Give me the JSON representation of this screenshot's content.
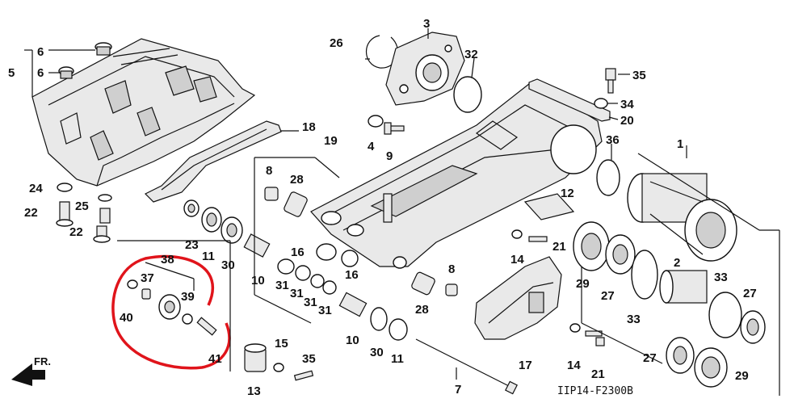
{
  "diagram_code": "IIP14-F2300B",
  "direction_label": "FR.",
  "highlight_color": "#e0141b",
  "callouts": {
    "p1": "1",
    "p2": "2",
    "p3": "3",
    "p4": "4",
    "p5": "5",
    "p6a": "6",
    "p6b": "6",
    "p7": "7",
    "p8a": "8",
    "p8b": "8",
    "p9": "9",
    "p10a": "10",
    "p10b": "10",
    "p11a": "11",
    "p11b": "11",
    "p12": "12",
    "p13": "13",
    "p14a": "14",
    "p14b": "14",
    "p15": "15",
    "p16a": "16",
    "p16b": "16",
    "p17": "17",
    "p18": "18",
    "p19": "19",
    "p20": "20",
    "p21a": "21",
    "p21b": "21",
    "p22a": "22",
    "p22b": "22",
    "p23": "23",
    "p24": "24",
    "p25": "25",
    "p26": "26",
    "p27a": "27",
    "p27b": "27",
    "p27c": "27",
    "p28a": "28",
    "p28b": "28",
    "p29a": "29",
    "p29b": "29",
    "p30a": "30",
    "p30b": "30",
    "p31a": "31",
    "p31b": "31",
    "p31c": "31",
    "p31d": "31",
    "p32": "32",
    "p33a": "33",
    "p33b": "33",
    "p34": "34",
    "p35a": "35",
    "p35b": "35",
    "p36": "36",
    "p37": "37",
    "p38": "38",
    "p39": "39",
    "p40": "40",
    "p41": "41"
  }
}
